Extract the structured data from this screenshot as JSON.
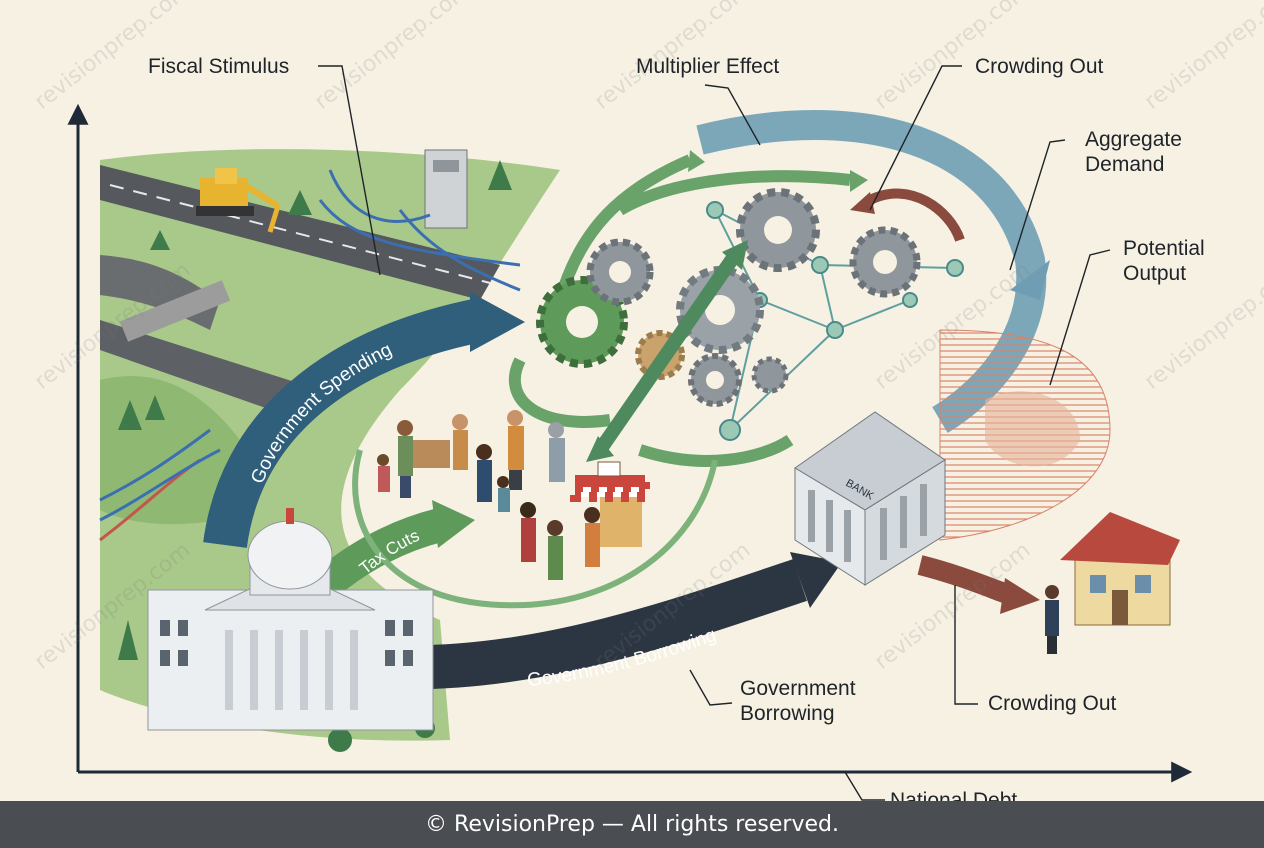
{
  "labels": {
    "fiscal_stimulus": "Fiscal Stimulus",
    "multiplier_effect": "Multiplier Effect",
    "crowding_out_top": "Crowding Out",
    "aggregate_demand_1": "Aggregate",
    "aggregate_demand_2": "Demand",
    "potential_output_1": "Potential",
    "potential_output_2": "Output",
    "government_borrowing_1": "Government",
    "government_borrowing_2": "Borrowing",
    "crowding_out_bottom": "Crowding Out",
    "national_debt": "National Debt"
  },
  "arrows": {
    "government_spending": "Government Spending",
    "tax_cuts": "Tax Cuts",
    "government_borrowing": "Government Borrowing"
  },
  "building": {
    "bank_sign": "BANK"
  },
  "watermark": "revisionprep.com",
  "footer": "© RevisionPrep — All rights reserved.",
  "colors": {
    "spending_arrow": "#2f5f7a",
    "tax_arrow": "#5e9a5a",
    "borrowing_arrow": "#2c3642",
    "aggregate_demand_arrow": "#6f9eb4",
    "crowding_arrow": "#8a4a3e"
  }
}
